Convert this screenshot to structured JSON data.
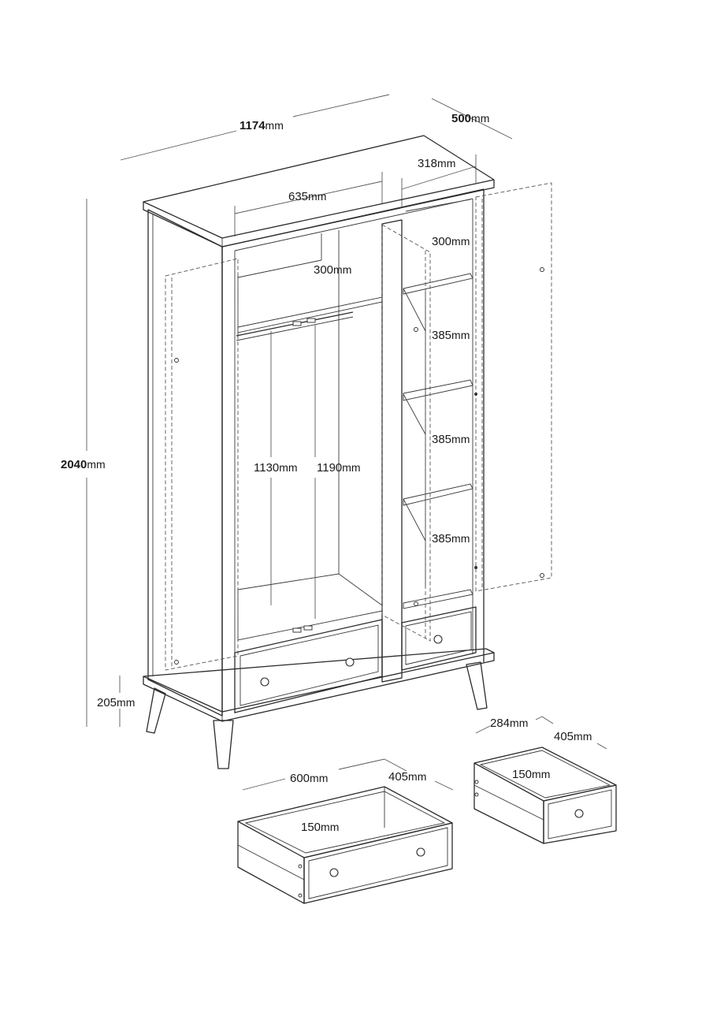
{
  "unit": "mm",
  "dimensions": {
    "total_width": "1174",
    "total_depth": "500",
    "total_height": "2040",
    "leg_height": "205",
    "right_compartment_width": "318",
    "left_compartment_width": "635",
    "top_shelf_left": "300",
    "top_shelf_right": "300",
    "hanging_left": "1130",
    "hanging_right": "1190",
    "shelf_gap_1": "385",
    "shelf_gap_2": "385",
    "shelf_gap_3": "385"
  },
  "large_drawer": {
    "width": "600",
    "depth": "405",
    "height": "150"
  },
  "small_drawer": {
    "width": "284",
    "depth": "405",
    "height": "150"
  }
}
